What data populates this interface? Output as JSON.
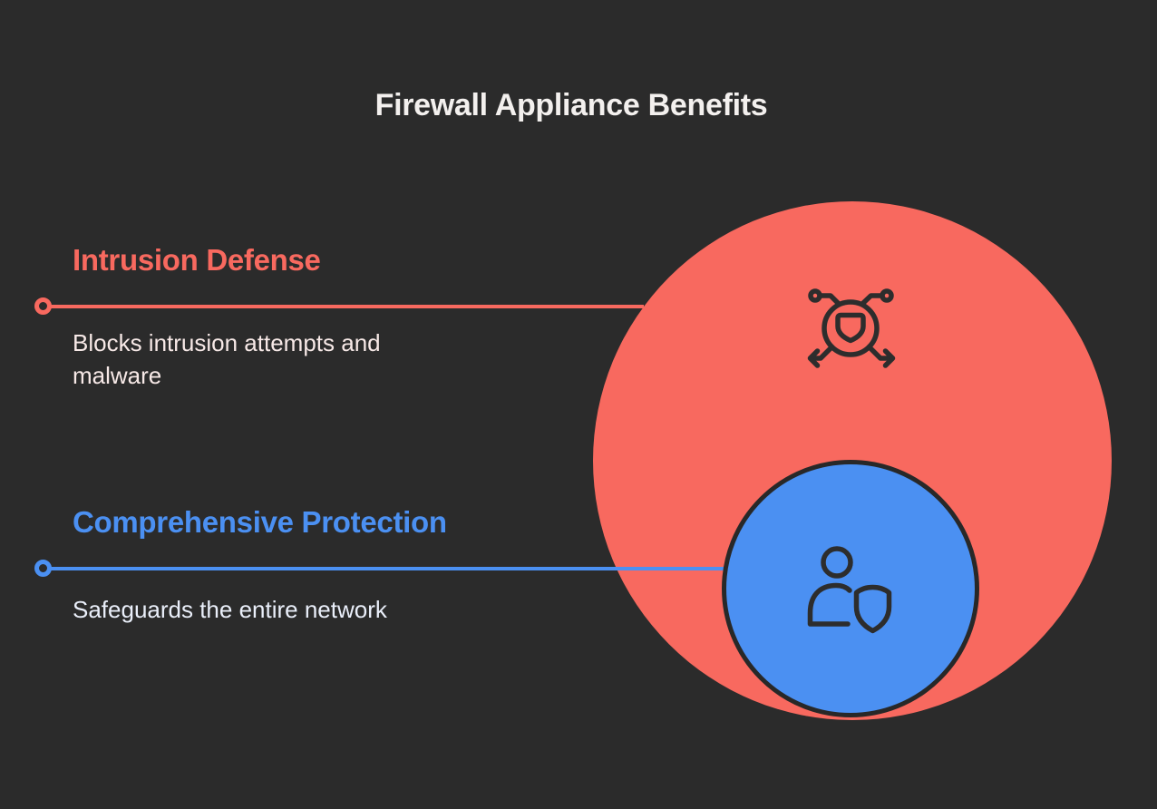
{
  "title": "Firewall Appliance Benefits",
  "benefits": [
    {
      "heading": "Intrusion Defense",
      "description": "Blocks intrusion attempts and malware",
      "icon": "network-shield-icon",
      "accent_color": "#f8695f"
    },
    {
      "heading": "Comprehensive Protection",
      "description": "Safeguards the entire network",
      "icon": "user-shield-icon",
      "accent_color": "#4b90f2"
    }
  ],
  "colors": {
    "background": "#2b2b2b",
    "coral": "#f8695f",
    "blue": "#4b90f2",
    "icon_stroke": "#2d2d2d",
    "title_text": "#f3f0ee",
    "coral_body_text": "#f7e9e7",
    "blue_body_text": "#eaeffa"
  }
}
